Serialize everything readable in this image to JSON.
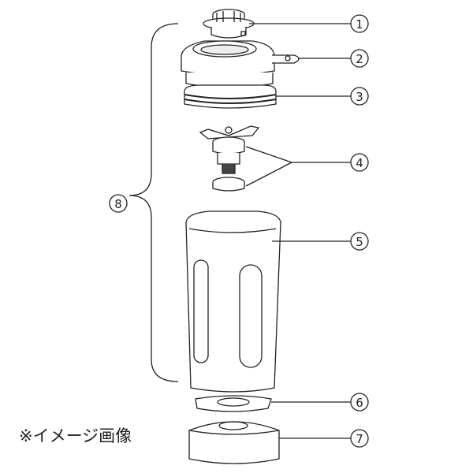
{
  "diagram": {
    "type": "exploded-parts-view",
    "subject": "blender container assembly",
    "note": "※イメージ画像",
    "callouts": [
      {
        "id": "1",
        "label": "①",
        "part": "lid cap"
      },
      {
        "id": "2",
        "label": "②",
        "part": "lid"
      },
      {
        "id": "3",
        "label": "③",
        "part": "lid gasket"
      },
      {
        "id": "4",
        "label": "④",
        "part": "blade assembly and nut"
      },
      {
        "id": "5",
        "label": "⑤",
        "part": "container jar"
      },
      {
        "id": "6",
        "label": "⑥",
        "part": "base gasket"
      },
      {
        "id": "7",
        "label": "⑦",
        "part": "base"
      },
      {
        "id": "8",
        "label": "⑧",
        "part": "full container assembly (bracketed parts 1–5)"
      }
    ],
    "colors": {
      "line": "#222222",
      "fill": "#ffffff",
      "shade": "#e8e8e8"
    }
  }
}
